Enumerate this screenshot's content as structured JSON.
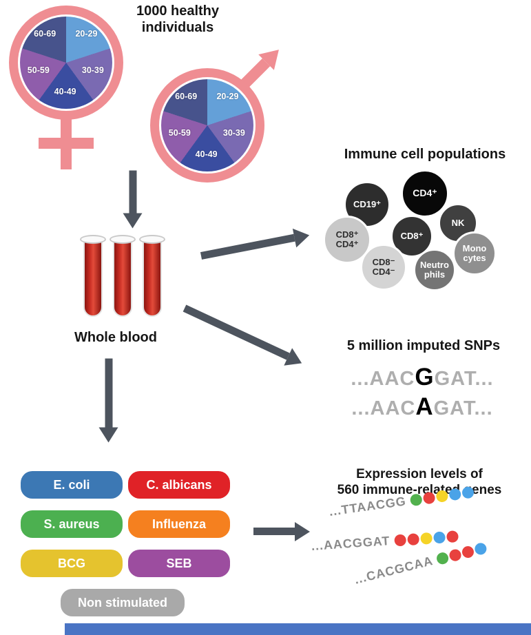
{
  "cohort": {
    "title": "1000 healthy\nindividuals"
  },
  "age_pie": {
    "segments": [
      {
        "label": "20-29",
        "color": "#64a0d8"
      },
      {
        "label": "30-39",
        "color": "#7a6ab2"
      },
      {
        "label": "40-49",
        "color": "#3a4da0"
      },
      {
        "label": "50-59",
        "color": "#8f5dab"
      },
      {
        "label": "60-69",
        "color": "#47538c"
      }
    ]
  },
  "blood": {
    "label": "Whole blood"
  },
  "immune_cells": {
    "title": "Immune cell populations",
    "cells": [
      {
        "label": "CD19⁺",
        "color": "#2d2d2d"
      },
      {
        "label": "CD4⁺",
        "color": "#080808"
      },
      {
        "label": "NK",
        "color": "#404040"
      },
      {
        "label": "CD8⁺\nCD4⁺",
        "color": "#c8c8c8"
      },
      {
        "label": "CD8⁺",
        "color": "#333333"
      },
      {
        "label": "Mono\ncytes",
        "color": "#8f8f8f"
      },
      {
        "label": "CD8⁻\nCD4⁻",
        "color": "#d4d4d4"
      },
      {
        "label": "Neutro\nphils",
        "color": "#747474"
      }
    ]
  },
  "snps": {
    "title": "5 million imputed SNPs",
    "sequences": [
      {
        "pre": "...AAC",
        "snp": "G",
        "post": "GAT..."
      },
      {
        "pre": "...AAC",
        "snp": "A",
        "post": "GAT..."
      }
    ]
  },
  "stimulations": {
    "items": [
      {
        "label": "E. coli",
        "color": "#3c78b4"
      },
      {
        "label": "C. albicans",
        "color": "#e02227"
      },
      {
        "label": "S. aureus",
        "color": "#4cb050"
      },
      {
        "label": "Influenza",
        "color": "#f5801f"
      },
      {
        "label": "BCG",
        "color": "#e5c32e"
      },
      {
        "label": "SEB",
        "color": "#9c4d9f"
      },
      {
        "label": "Non stimulated",
        "color": "#a9a9a9"
      }
    ]
  },
  "expression": {
    "title": "Expression levels of\n560 immune-related genes",
    "rows": [
      {
        "seq": "...TTAACGG",
        "dots": [
          "#52b14e",
          "#e8413e",
          "#f5d327",
          "#4aa3e8",
          "#4aa3e8"
        ]
      },
      {
        "seq": "...AACGGAT",
        "dots": [
          "#e8413e",
          "#e8413e",
          "#f5d327",
          "#4aa3e8",
          "#e8413e"
        ]
      },
      {
        "seq": "...CACGCAA",
        "dots": [
          "#52b14e",
          "#e8413e",
          "#e8413e",
          "#4aa3e8"
        ]
      }
    ]
  },
  "colors": {
    "symbol_pink": "#ef8d92",
    "arrow_gray": "#4d545e",
    "footer_blue": "#4a74c4"
  }
}
